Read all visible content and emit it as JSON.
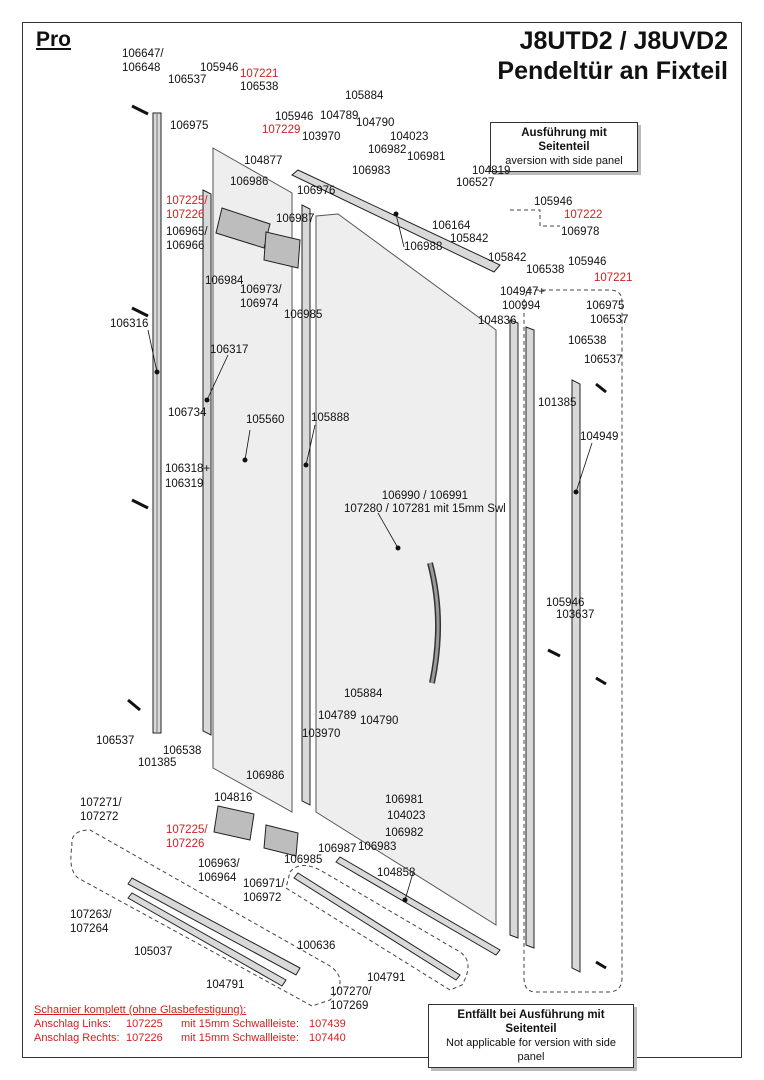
{
  "header": {
    "variant": "Pro",
    "title_line1": "J8UTD2 / J8UVD2",
    "title_line2": "Pendeltür an Fixteil"
  },
  "side_panel_box": {
    "title": "Ausführung mit Seitenteil",
    "subtitle": "aversion with side panel"
  },
  "not_applicable_box": {
    "title": "Entfällt bei Ausführung mit Seitenteil",
    "subtitle": "Not applicable for version with side panel"
  },
  "main_glass_label": {
    "line1": "106990 / 106991",
    "line2": "107280 / 107281 mit 15mm Swl"
  },
  "parts": {
    "p106647": "106647/",
    "p106648": "106648",
    "p105946a": "105946",
    "p107221a": "107221",
    "p106537a": "106537",
    "p106538a": "106538",
    "p105884a": "105884",
    "p104789a": "104789",
    "p104790a": "104790",
    "p105946b": "105946",
    "p107229": "107229",
    "p103970a": "103970",
    "p104023a": "104023",
    "p106982a": "106982",
    "p106981a": "106981",
    "p106975a": "106975",
    "p104877": "104877",
    "p106983a": "106983",
    "p106976": "106976",
    "p106986a": "106986",
    "p107225a": "107225/",
    "p107226a": "107226",
    "p106965": "106965/",
    "p106966": "106966",
    "p106987a": "106987",
    "p106988": "106988",
    "p106984": "106984",
    "p106973": "106973/",
    "p106974": "106974",
    "p106985a": "106985",
    "p104819": "104819",
    "p106527": "106527",
    "p105946c": "105946",
    "p107222": "107222",
    "p106164": "106164",
    "p105842a": "105842",
    "p106978": "106978",
    "p105842b": "105842",
    "p106538b": "106538",
    "p105946d": "105946",
    "p107221b": "107221",
    "p104947": "104947+",
    "p100994": "100994",
    "p106975b": "106975",
    "p104836": "104836",
    "p106537b": "106537",
    "p106316": "106316",
    "p106317": "106317",
    "p106538c": "106538",
    "p106537c": "106537",
    "p101385a": "101385",
    "p106734": "106734",
    "p105560": "105560",
    "p105888": "105888",
    "p104949": "104949",
    "p106318": "106318+",
    "p106319": "106319",
    "p105946e": "105946",
    "p103637": "103637",
    "p106537d": "106537",
    "p106538d": "106538",
    "p101385b": "101385",
    "p105884b": "105884",
    "p104789b": "104789",
    "p104790b": "104790",
    "p103970b": "103970",
    "p106986b": "106986",
    "p104816": "104816",
    "p106981b": "106981",
    "p104023b": "104023",
    "p106982b": "106982",
    "p107271": "107271/",
    "p107272": "107272",
    "p107225b": "107225/",
    "p107226b": "107226",
    "p106987b": "106987",
    "p106983b": "106983",
    "p106985b": "106985",
    "p106963": "106963/",
    "p106964": "106964",
    "p106971": "106971/",
    "p106972": "106972",
    "p104858": "104858",
    "p107263": "107263/",
    "p107264": "107264",
    "p100636": "100636",
    "p105037": "105037",
    "p104791a": "104791",
    "p104791b": "104791",
    "p107270": "107270/",
    "p107269": "107269"
  },
  "hinge_note": {
    "heading": "Scharnier komplett (ohne Glasbefestigung):",
    "rows": [
      {
        "label": "Anschlag Links:",
        "part": "107225",
        "swl_label": "mit 15mm Schwallleiste:",
        "swl_part": "107439"
      },
      {
        "label": "Anschlag Rechts:",
        "part": "107226",
        "swl_label": "mit 15mm Schwallleiste:",
        "swl_part": "107440"
      }
    ]
  },
  "colors": {
    "accent_red": "#d42020",
    "line": "#222222",
    "glass": "#eeeeee"
  }
}
